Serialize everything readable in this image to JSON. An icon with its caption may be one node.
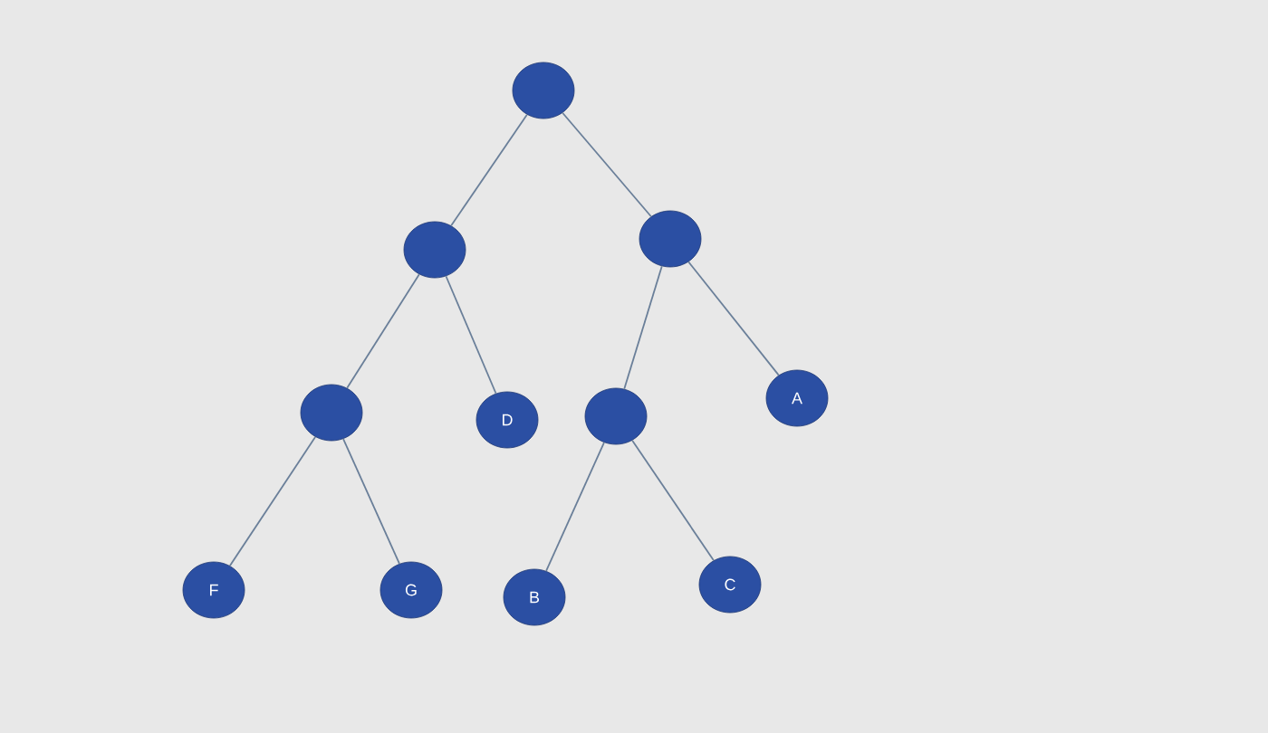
{
  "diagram": {
    "nodes": [
      {
        "text": [],
        "shape": "circle"
      },
      {
        "text": [],
        "shape": "circle"
      },
      {
        "text": [],
        "shape": "circle"
      },
      {
        "text": [],
        "shape": "circle"
      },
      {
        "text": [
          "D"
        ]
      },
      {
        "text": [],
        "shape": "circle"
      },
      {
        "text": [
          "A"
        ]
      },
      {
        "text": [
          "F"
        ]
      },
      {
        "text": [
          "G"
        ]
      },
      {
        "text": [
          "B"
        ]
      },
      {
        "text": [
          "C"
        ]
      }
    ],
    "edges": [
      {
        "from": 0,
        "to": 1,
        "arrow": "none"
      },
      {
        "from": 0,
        "to": 2,
        "arrow": "none"
      },
      {
        "from": 1,
        "to": 3,
        "arrow": "none"
      },
      {
        "from": 1,
        "to": 4,
        "arrow": "none"
      },
      {
        "from": 2,
        "to": 5,
        "arrow": "none"
      },
      {
        "from": 2,
        "to": 6,
        "arrow": "none"
      },
      {
        "from": 3,
        "to": 7,
        "arrow": "none"
      },
      {
        "from": 3,
        "to": 8,
        "arrow": "none"
      },
      {
        "from": 5,
        "to": 9,
        "arrow": "none"
      },
      {
        "from": 5,
        "to": 10,
        "arrow": "none"
      }
    ]
  }
}
